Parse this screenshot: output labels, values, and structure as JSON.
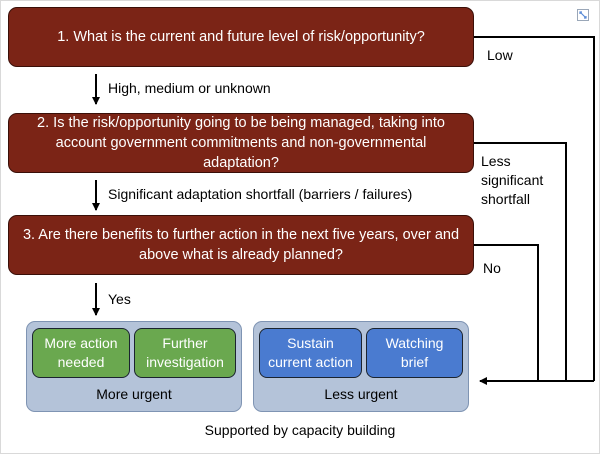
{
  "questions": {
    "q1": "1. What is the current and future level of risk/opportunity?",
    "q2_line1": "2. Is the risk/opportunity going to be being managed, taking into",
    "q2_line2": "account government commitments and non-governmental adaptation?",
    "q3_line1": "3. Are there benefits to further action in the next five years, over and",
    "q3_line2": "above what is already planned?"
  },
  "down_labels": {
    "after_q1": "High, medium or unknown",
    "after_q2": "Significant adaptation shortfall (barriers / failures)",
    "after_q3": "Yes"
  },
  "side_labels": {
    "low": "Low",
    "less_line1": "Less",
    "less_line2": "significant",
    "less_line3": "shortfall",
    "no": "No"
  },
  "groups": {
    "urgent": {
      "label": "More urgent",
      "box1_line1": "More action",
      "box1_line2": "needed",
      "box2_line1": "Further",
      "box2_line2": "investigation"
    },
    "less": {
      "label": "Less urgent",
      "box1_line1": "Sustain",
      "box1_line2": "current action",
      "box2_line1": "Watching",
      "box2_line2": "brief"
    }
  },
  "footer": "Supported by capacity building",
  "icons": {
    "expand": "expand-icon"
  },
  "colors": {
    "question_fill": "#7b2416",
    "group_fill": "#b4c3d9",
    "green_box": "#6aa84f",
    "blue_box": "#4a7bd0"
  }
}
